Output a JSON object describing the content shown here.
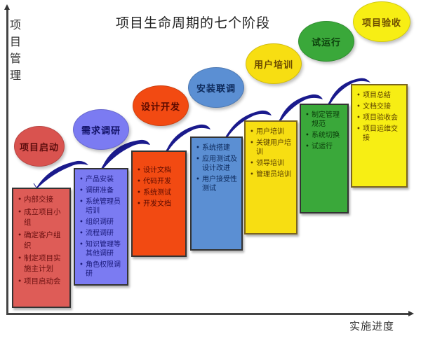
{
  "title": "项目生命周期的七个阶段",
  "axes": {
    "y_label": "项目管理",
    "x_label": "实施进度"
  },
  "colors": {
    "stage1": "#d9534f",
    "stage2": "#7b7bf2",
    "stage3": "#f24a12",
    "stage4": "#5b8fd3",
    "stage5": "#f7de12",
    "stage6": "#3aa83a",
    "stage7": "#f7ee14",
    "arrow": "#1a1a8c"
  },
  "stages": [
    {
      "name": "项目启动",
      "tasks": [
        "内部交接",
        "成立项目小组",
        "确定客户组织",
        "制定项目实施主计划",
        "项目启动会"
      ]
    },
    {
      "name": "需求调研",
      "tasks": [
        "产品安装",
        "调研准备",
        "系统管理员培训",
        "组织调研",
        "流程调研",
        "知识管理等其他调研",
        "角色权限调研"
      ]
    },
    {
      "name": "设计开发",
      "tasks": [
        "设计文档",
        "代码开发",
        "系统测试",
        "开发文档"
      ]
    },
    {
      "name": "安装联调",
      "tasks": [
        "系统搭建",
        "应用测试及设计改进",
        "用户接受性测试"
      ]
    },
    {
      "name": "用户培训",
      "tasks": [
        "用户培训",
        "关键用户培训",
        "领导培训",
        "管理员培训"
      ]
    },
    {
      "name": "试运行",
      "tasks": [
        "制定管理规范",
        "系统切换",
        "试运行"
      ]
    },
    {
      "name": "项目验收",
      "tasks": [
        "项目总结",
        "文档交接",
        "项目验收会",
        "项目运维交接"
      ]
    }
  ]
}
